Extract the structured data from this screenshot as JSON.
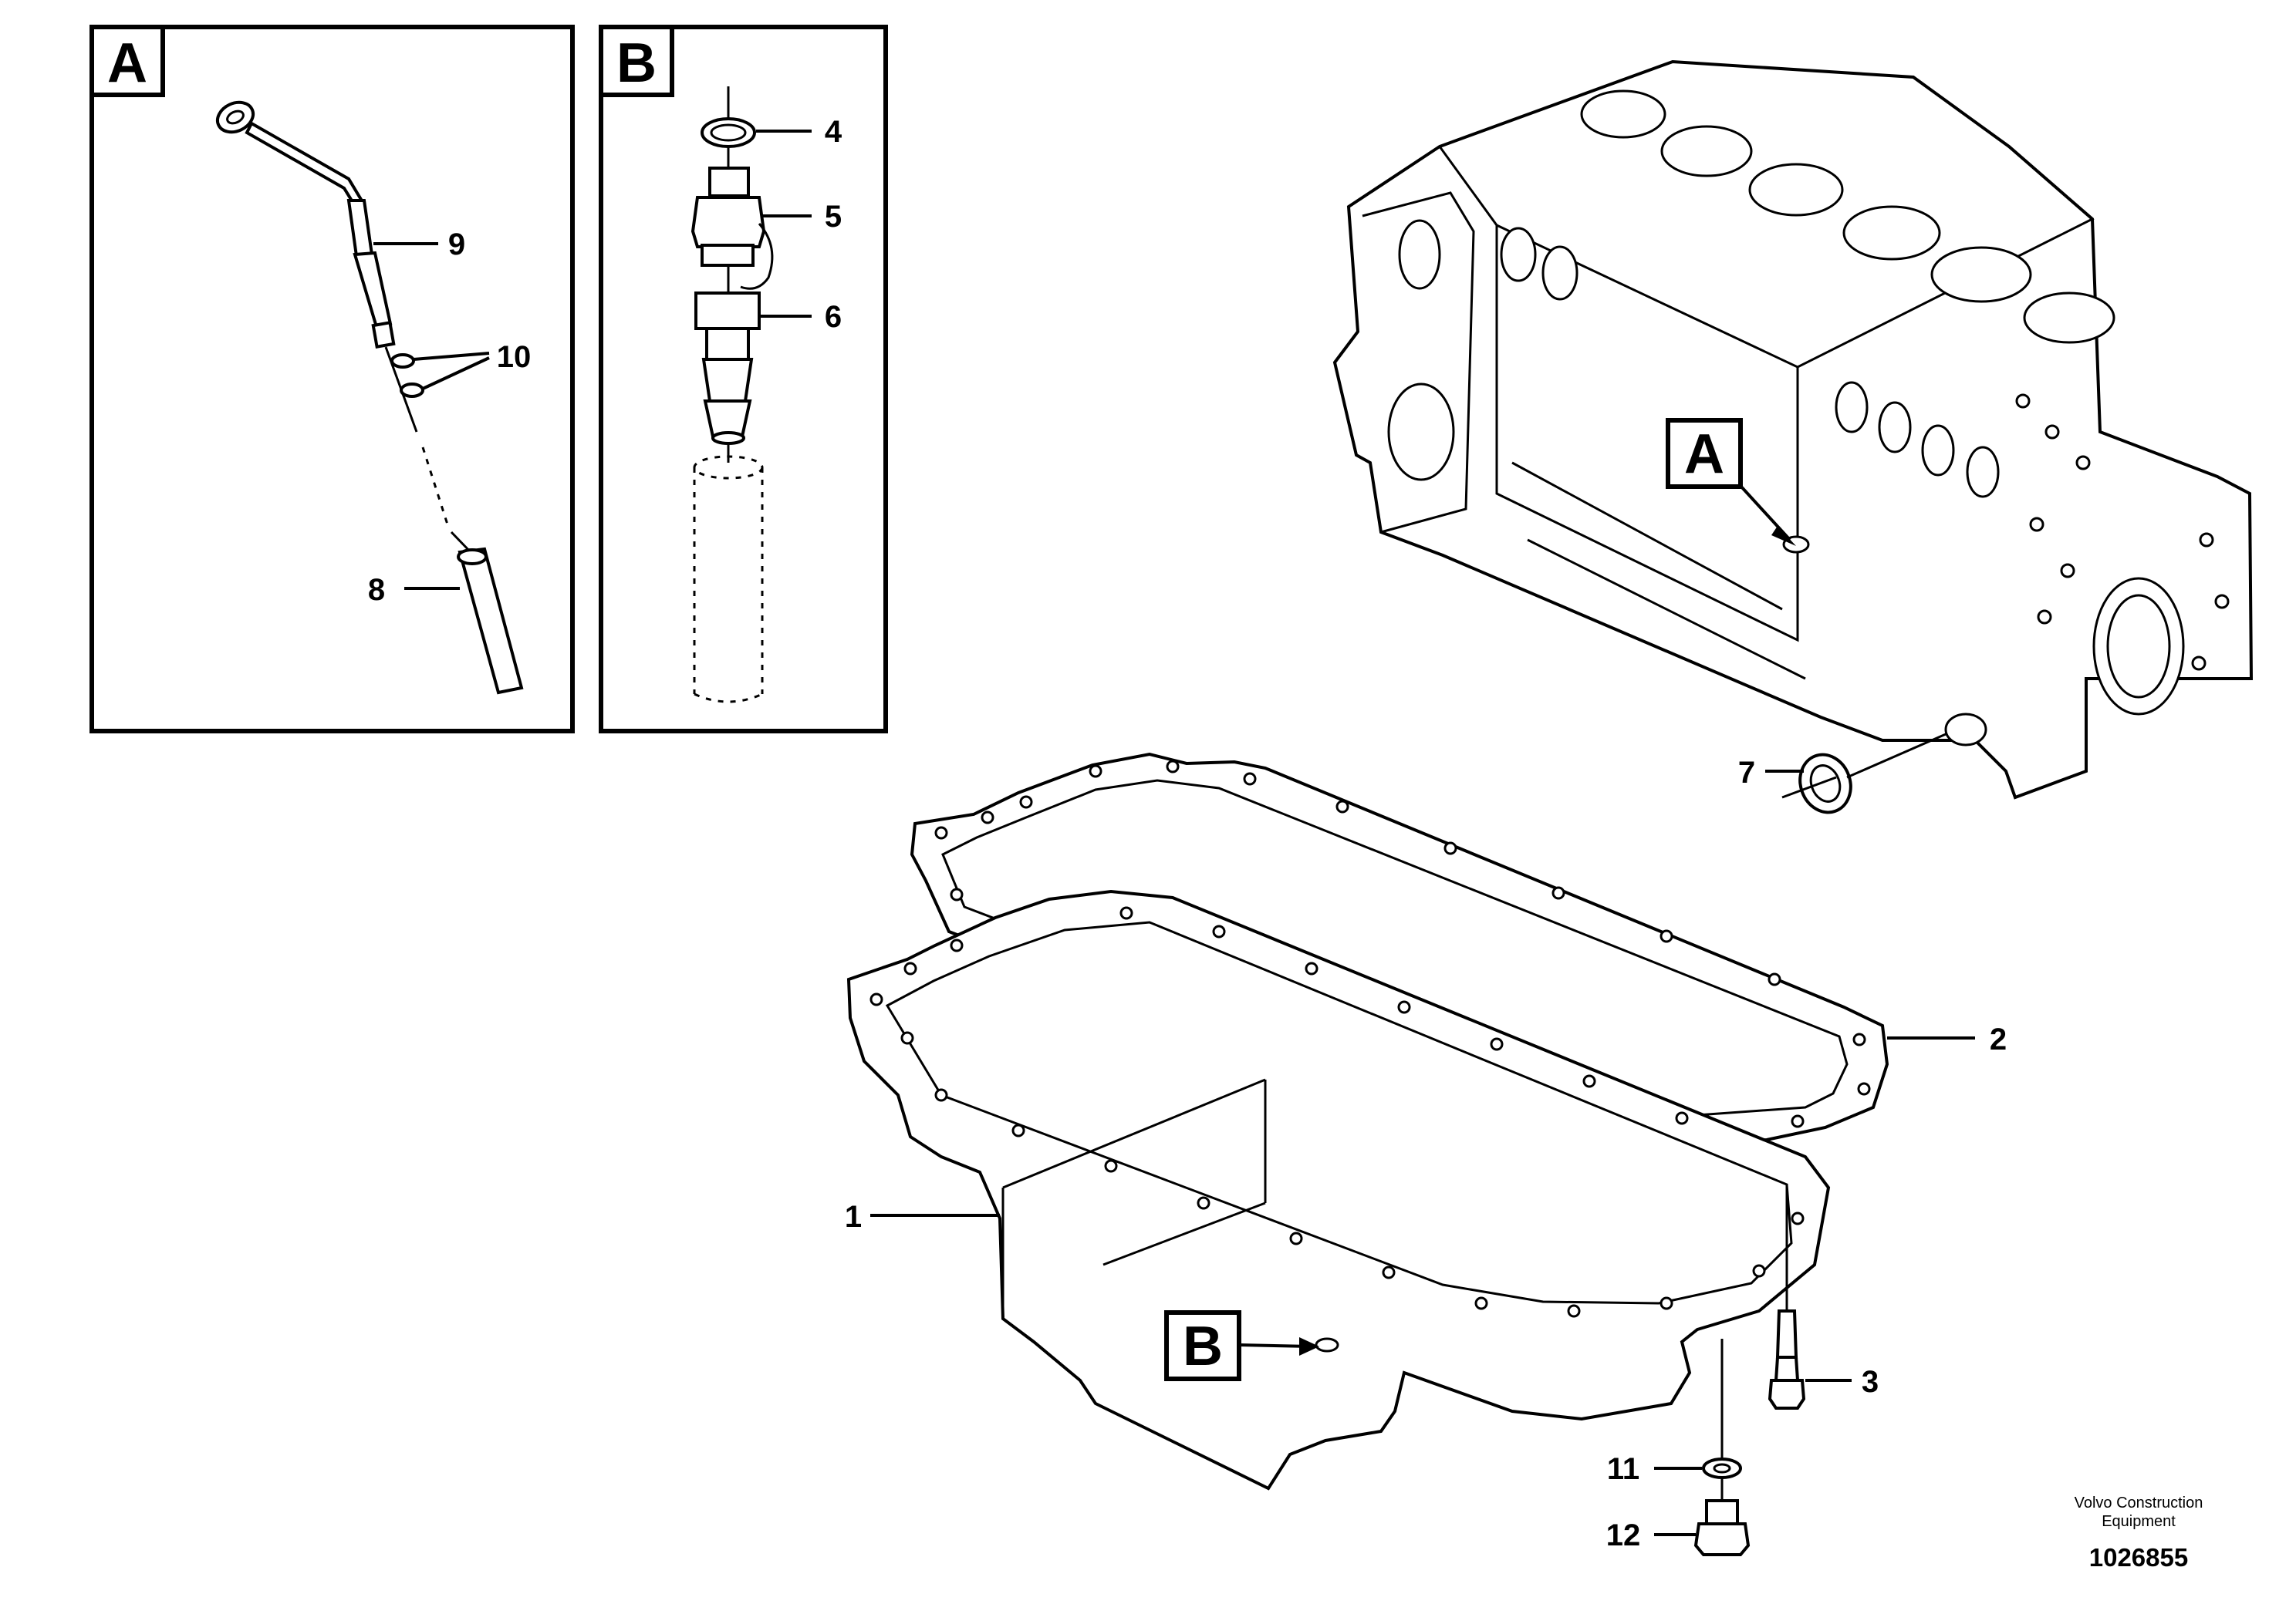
{
  "callouts": [
    {
      "id": "1",
      "label": "1"
    },
    {
      "id": "2",
      "label": "2"
    },
    {
      "id": "3",
      "label": "3"
    },
    {
      "id": "4",
      "label": "4"
    },
    {
      "id": "5",
      "label": "5"
    },
    {
      "id": "6",
      "label": "6"
    },
    {
      "id": "7",
      "label": "7"
    },
    {
      "id": "8",
      "label": "8"
    },
    {
      "id": "9",
      "label": "9"
    },
    {
      "id": "10",
      "label": "10"
    },
    {
      "id": "11",
      "label": "11"
    },
    {
      "id": "12",
      "label": "12"
    }
  ],
  "detail_views": {
    "a": {
      "letter": "A"
    },
    "b": {
      "letter": "B"
    }
  },
  "references": {
    "a": {
      "letter": "A"
    },
    "b": {
      "letter": "B"
    }
  },
  "footer": {
    "company_line1": "Volvo Construction",
    "company_line2": "Equipment",
    "drawing_number": "1026855"
  }
}
